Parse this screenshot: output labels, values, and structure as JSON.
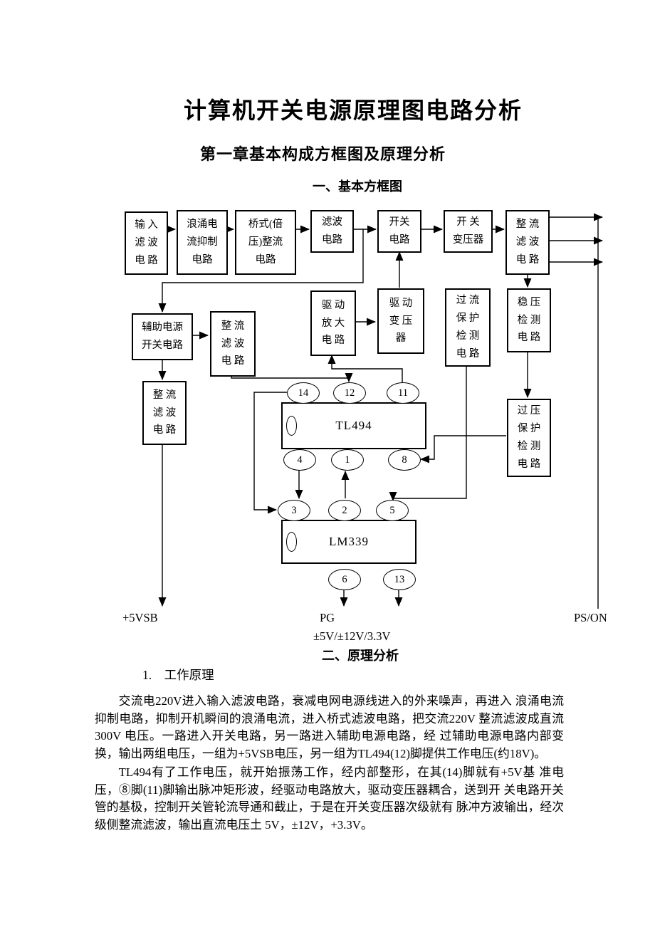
{
  "page": {
    "title": "计算机开关电源原理图电路分析",
    "chapter_heading": "第一章基本构成方框图及原理分析",
    "section_block_diagram": "一、基本方框图",
    "section_principle": "二、原理分析",
    "subsection_working_principle": "1.　工作原理"
  },
  "diagram": {
    "boxes": [
      {
        "id": "input-filter",
        "label": "输 入\n滤 波\n电 路"
      },
      {
        "id": "surge-suppress",
        "label": "浪涌电\n流抑制\n电路"
      },
      {
        "id": "bridge-rectifier",
        "label": "桥式(倍\n压)整流\n电路"
      },
      {
        "id": "filter",
        "label": "滤波\n电路"
      },
      {
        "id": "switch-circuit",
        "label": "开关\n电路"
      },
      {
        "id": "switch-transformer",
        "label": "开 关\n变压器"
      },
      {
        "id": "rectifier-filter-output",
        "label": "整 流\n滤 波\n电 路"
      },
      {
        "id": "aux-power-switch",
        "label": "辅助电源\n开关电路"
      },
      {
        "id": "rectifier-filter-aux",
        "label": "整 流\n滤 波\n电 路"
      },
      {
        "id": "drive-amplifier",
        "label": "驱 动\n放 大\n电 路"
      },
      {
        "id": "drive-transformer",
        "label": "驱 动\n变 压\n器"
      },
      {
        "id": "overcurrent-detect",
        "label": "过 流\n保 护\n检 测\n电 路"
      },
      {
        "id": "regulation-detect",
        "label": "稳 压\n检 测\n电 路"
      },
      {
        "id": "rectifier-filter-5vsb",
        "label": "整 流\n滤 波\n电 路"
      },
      {
        "id": "overvoltage-detect",
        "label": "过 压\n保 护\n检 测\n电 路"
      }
    ],
    "ics": [
      {
        "label": "TL494"
      },
      {
        "label": "LM339"
      }
    ],
    "pins": [
      {
        "label": "14"
      },
      {
        "label": "12"
      },
      {
        "label": "11"
      },
      {
        "label": "4"
      },
      {
        "label": "1"
      },
      {
        "label": "8"
      },
      {
        "label": "3"
      },
      {
        "label": "2"
      },
      {
        "label": "5"
      },
      {
        "label": "6"
      },
      {
        "label": "13"
      }
    ],
    "outputs": {
      "vsb": "+5VSB",
      "pg": "PG",
      "rails": "±5V/±12V/3.3V",
      "pson": "PS/ON"
    }
  },
  "paragraphs": [
    "交流电220V进入输入滤波电路，衰减电网电源线进入的外来噪声，再进入 浪涌电流抑制电路，抑制开机瞬间的浪涌电流，进入桥式滤波电路，把交流220V 整流滤波成直流300V 电压。一路进入开关电路，另一路进入辅助电源电路，经 过辅助电源电路内部变换，输出两组电压，一组为+5VSB电压，另一组为TL494(12)脚提供工作电压(约18V)。",
    "TL494有了工作电压，就开始振荡工作，经内部整形，在其(14)脚就有+5V基 准电压，⑧脚(11)脚输出脉冲矩形波，经驱动电路放大，驱动变压器耦合，送到开 关电路开关管的基极，控制开关管轮流导通和截止，于是在开关变压器次级就有 脉冲方波输出，经次级侧整流滤波，输出直流电压土 5V，±12V，+3.3V。"
  ]
}
